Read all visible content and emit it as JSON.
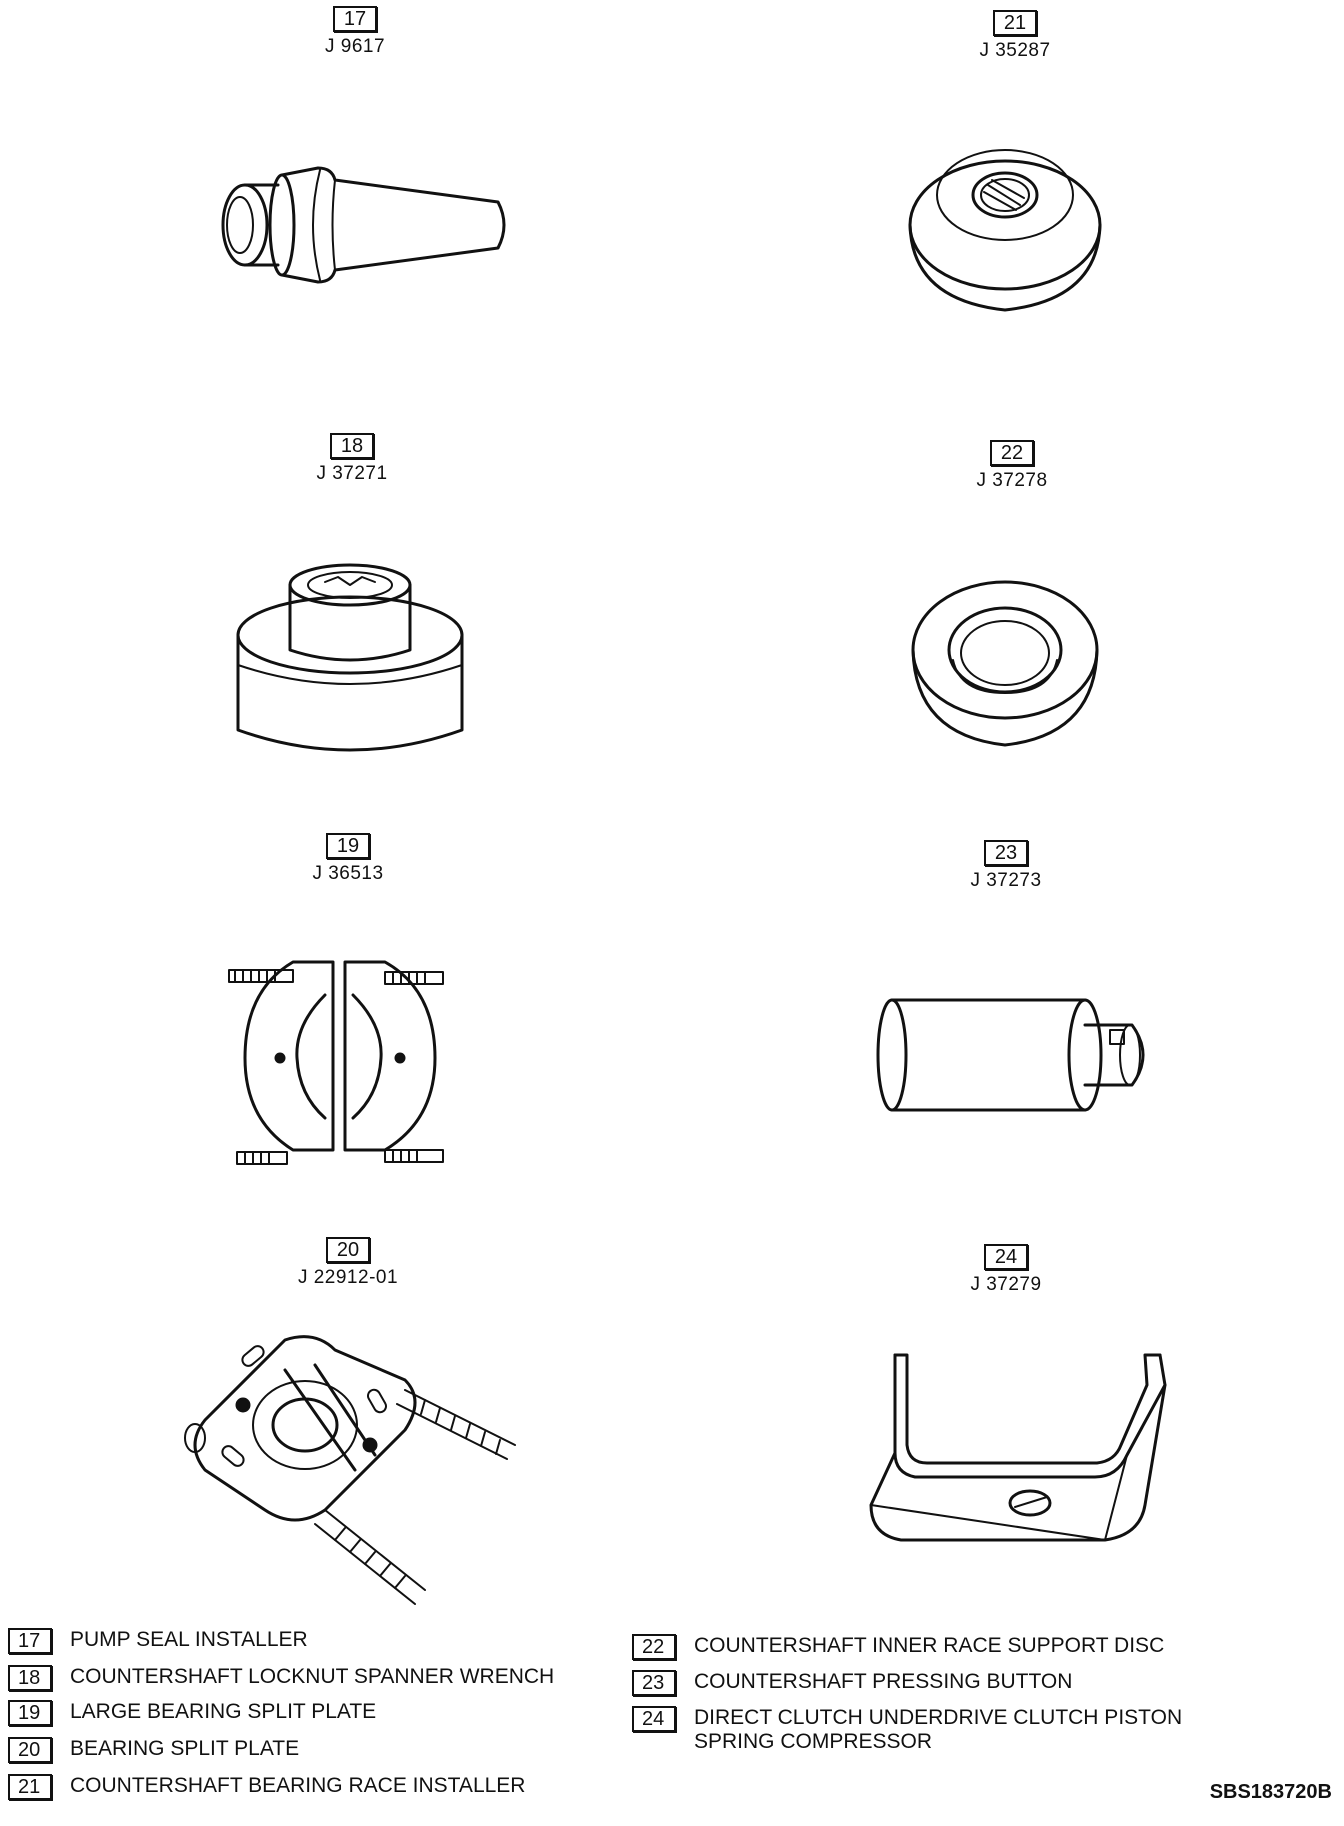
{
  "tools": [
    {
      "num": "17",
      "part": "J 9617"
    },
    {
      "num": "21",
      "part": "J 35287"
    },
    {
      "num": "18",
      "part": "J 37271"
    },
    {
      "num": "22",
      "part": "J 37278"
    },
    {
      "num": "19",
      "part": "J 36513"
    },
    {
      "num": "23",
      "part": "J 37273"
    },
    {
      "num": "20",
      "part": "J 22912-01"
    },
    {
      "num": "24",
      "part": "J 37279"
    }
  ],
  "legend": [
    {
      "num": "17",
      "text": "PUMP SEAL INSTALLER"
    },
    {
      "num": "18",
      "text": "COUNTERSHAFT LOCKNUT SPANNER WRENCH"
    },
    {
      "num": "19",
      "text": "LARGE BEARING SPLIT PLATE"
    },
    {
      "num": "20",
      "text": "BEARING SPLIT PLATE"
    },
    {
      "num": "21",
      "text": "COUNTERSHAFT BEARING RACE INSTALLER"
    },
    {
      "num": "22",
      "text": "COUNTERSHAFT INNER RACE SUPPORT DISC"
    },
    {
      "num": "23",
      "text": "COUNTERSHAFT PRESSING BUTTON"
    },
    {
      "num": "24",
      "text": "DIRECT CLUTCH UNDERDRIVE CLUTCH PISTON SPRING COMPRESSOR"
    }
  ],
  "figure_code": "SBS183720B"
}
